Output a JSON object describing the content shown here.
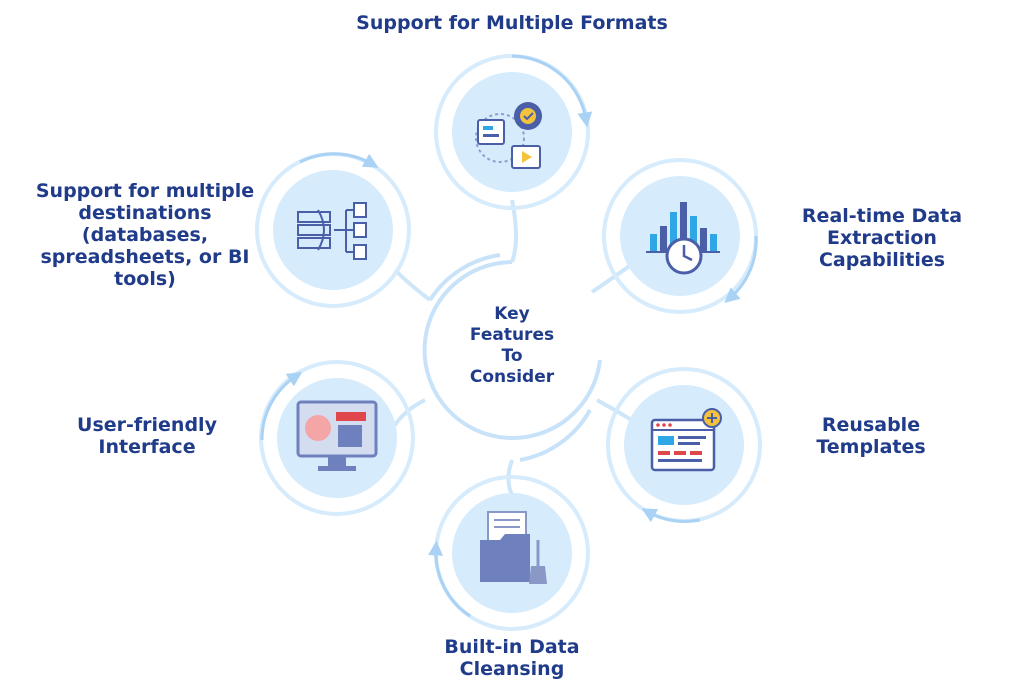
{
  "center": {
    "title": "Key\nFeatures\nTo\nConsider"
  },
  "features": [
    {
      "label": "Support for Multiple Formats",
      "icon": "formats-icon"
    },
    {
      "label": "Real-time Data\nExtraction\nCapabilities",
      "icon": "realtime-chart-icon"
    },
    {
      "label": "Reusable\nTemplates",
      "icon": "template-icon"
    },
    {
      "label": "Built-in Data\nCleansing",
      "icon": "folder-broom-icon"
    },
    {
      "label": "User-friendly\nInterface",
      "icon": "monitor-icon"
    },
    {
      "label": "Support for multiple\ndestinations\n(databases,\nspreadsheets, or BI\ntools)",
      "icon": "server-destinations-icon"
    }
  ],
  "colors": {
    "text": "#1f3b8a",
    "ring": "#cfe7fb",
    "circle_fill": "#d6ebfb",
    "arrow": "#a9d2f5",
    "icon_dark": "#4a5fa8",
    "icon_accent": "#2fa6e6",
    "icon_red": "#e0474c"
  }
}
